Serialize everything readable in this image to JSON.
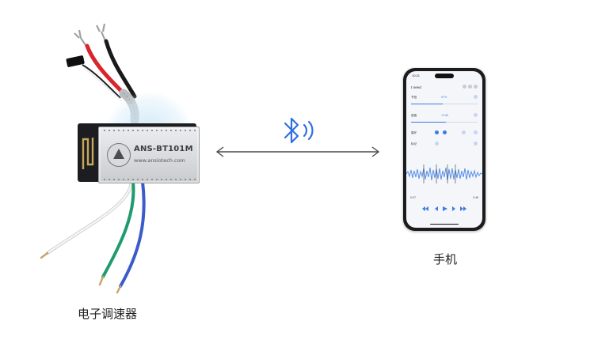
{
  "module": {
    "model_text": "ANS-BT101M",
    "url_text": "www.ansiotech.com",
    "caption": "电子调速器"
  },
  "link": {
    "icon": "bluetooth-icon",
    "arrow": "double-headed-arrow"
  },
  "phone": {
    "caption": "手机",
    "status_time": "10:21",
    "screen_title": "I need",
    "rows": [
      {
        "label": "节拍",
        "value": "97%"
      },
      {
        "label": "音高",
        "value": "+0.50"
      },
      {
        "label": "循环",
        "value": ""
      },
      {
        "label": "标记",
        "value": ""
      }
    ],
    "time_elapsed": "0:07",
    "time_total": "2:46"
  },
  "colors": {
    "accent_blue": "#3d7be0",
    "bluetooth_blue": "#2f6fe0",
    "wire_red": "#d8262b",
    "wire_black": "#1a1a1a",
    "wire_green": "#1f9b6e",
    "wire_blue": "#3b5bc9",
    "wire_white": "#e9eaec",
    "arrow_gray": "#4a4a4a"
  }
}
